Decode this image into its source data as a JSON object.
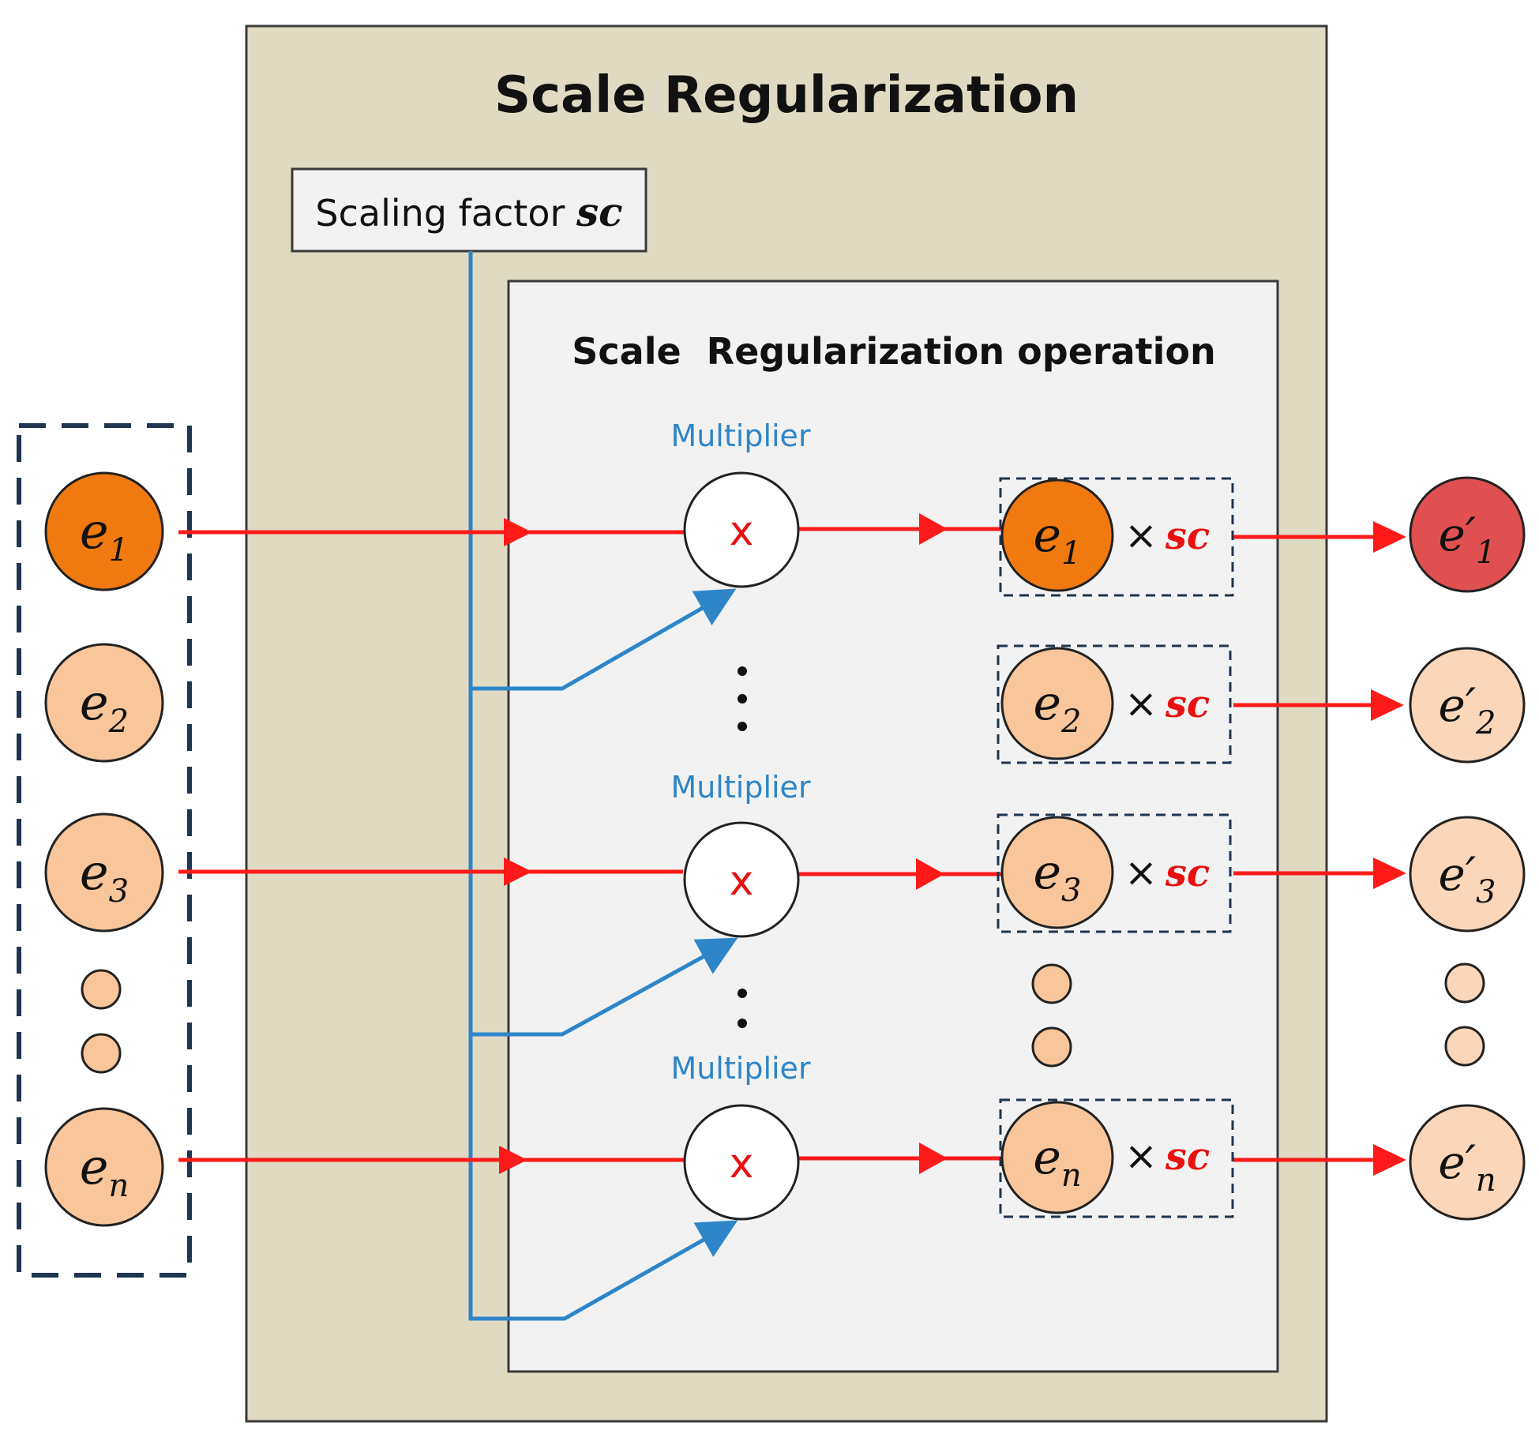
{
  "outer_title": "Scale Regularization",
  "factor_box": {
    "label": "Scaling factor ",
    "symbol": "sc"
  },
  "inner_title": "Scale  Regularization operation",
  "multiplier": {
    "label": "Multiplier",
    "symbol": "x"
  },
  "times_sign": "×",
  "sc_symbol": "sc",
  "prime_mark": "′",
  "inputs": [
    {
      "base": "e",
      "sub": "1"
    },
    {
      "base": "e",
      "sub": "2"
    },
    {
      "base": "e",
      "sub": "3"
    },
    {
      "base": "e",
      "sub": "n"
    }
  ],
  "outputs": [
    {
      "base": "e",
      "sub": "1"
    },
    {
      "base": "e",
      "sub": "2"
    },
    {
      "base": "e",
      "sub": "3"
    },
    {
      "base": "e",
      "sub": "n"
    }
  ],
  "colors": {
    "outer_bg": "#e0dac3",
    "inner_bg": "#f2f2f2",
    "highlight_node": "#f07a10",
    "normal_node": "#f9c59b",
    "output_highlight": "#e05050",
    "output_normal": "#fbd6b8",
    "red_arrow": "#ff1a1a",
    "blue_line": "#2e86c8",
    "dashed_border": "#1f3550",
    "sc_red": "#e81010"
  }
}
